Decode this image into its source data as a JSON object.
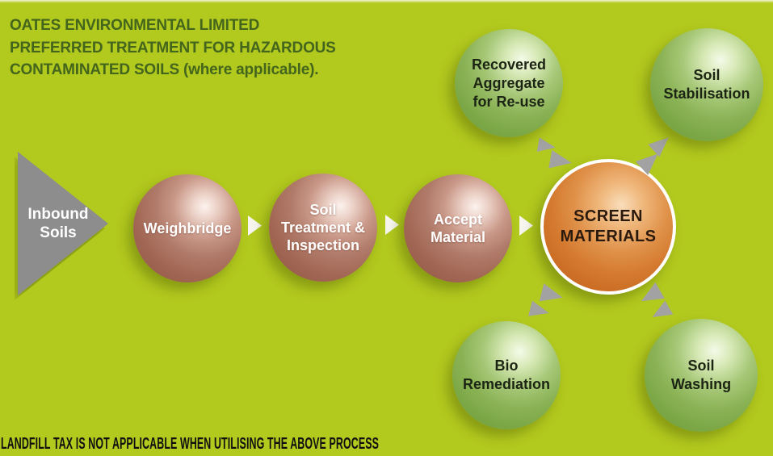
{
  "header": {
    "title": "OATES ENVIRONMENTAL LIMITED\nPREFERRED TREATMENT FOR HAZARDOUS\nCONTAMINATED SOILS (where applicable)."
  },
  "footer": {
    "note": "LANDFILL TAX IS NOT APPLICABLE WHEN UTILISING THE ABOVE PROCESS"
  },
  "flow": {
    "inbound": {
      "label": "Inbound\nSoils"
    },
    "weighbridge": {
      "label": "Weighbridge"
    },
    "soil_treatment": {
      "label": "Soil\nTreatment &\nInspection"
    },
    "accept_material": {
      "label": "Accept\nMaterial"
    },
    "screen_materials": {
      "label": "SCREEN\nMATERIALS"
    }
  },
  "outcomes": {
    "recovered_aggregate": {
      "label": "Recovered\nAggregate\nfor Re-use"
    },
    "soil_stabilisation": {
      "label": "Soil\nStabilisation"
    },
    "bio_remediation": {
      "label": "Bio\nRemediation"
    },
    "soil_washing": {
      "label": "Soil\nWashing"
    }
  },
  "icons": {
    "flow_arrow": "white-right-triangle",
    "outcome_arrow": "gray-triangle-chevron-pair",
    "inbound_shape": "gray-right-pointing-triangle"
  },
  "colors": {
    "bg": "#b2c91e",
    "title-text": "#44651c",
    "footer-text": "#101010",
    "inbound-gray": "#8d8d8d",
    "gray-arrow": "#a2a2a2",
    "white-arrow": "#f6f6ef",
    "rosy-base": "#a26754",
    "orange-base": "#d47a2f",
    "green-base": "#7aa645",
    "sphere-label-light": "#ffffff",
    "sphere-label-dark": "#1c2413",
    "screen-label": "#2a190d"
  }
}
